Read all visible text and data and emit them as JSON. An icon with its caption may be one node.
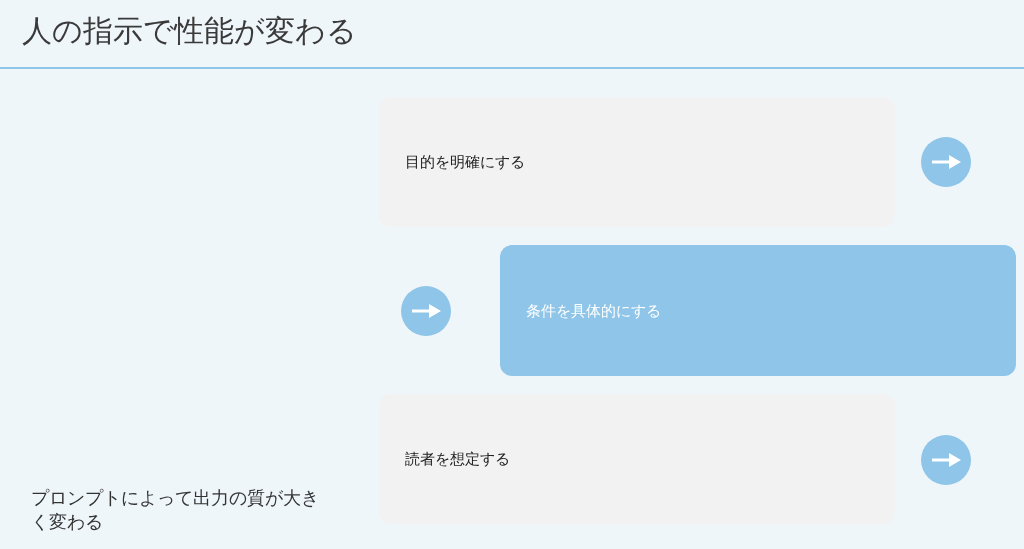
{
  "diagram": {
    "title": "人の指示で性能が変わる",
    "nodes": [
      {
        "text": [
          "目的を明確にする"
        ]
      },
      {
        "text": [
          "条件を具体的にする"
        ]
      },
      {
        "text": [
          "読者を想定する"
        ]
      }
    ],
    "edges": [],
    "labels": [
      "プロンプトによって出力の質が大きく変わる"
    ]
  }
}
